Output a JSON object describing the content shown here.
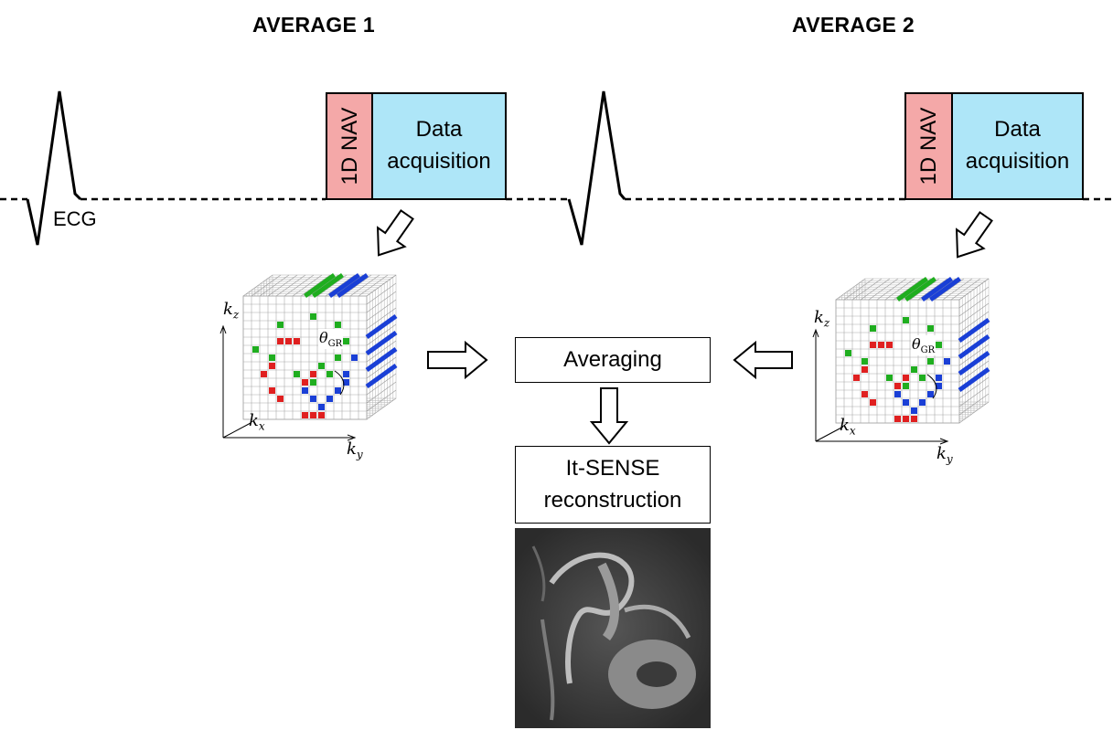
{
  "titles": {
    "left": "AVERAGE 1",
    "right": "AVERAGE 2"
  },
  "ecg_label": "ECG",
  "nav_label": "1D NAV",
  "data_acq": {
    "line1": "Data",
    "line2": "acquisition"
  },
  "averaging": "Averaging",
  "recon": {
    "line1": "It-SENSE",
    "line2": "reconstruction"
  },
  "axes": {
    "kz": "k",
    "kz_sub": "z",
    "kx": "k",
    "kx_sub": "x",
    "ky": "k",
    "ky_sub": "y",
    "theta": "θ",
    "theta_sub": "GR"
  },
  "colors": {
    "nav": "#f4a8a8",
    "data": "#aee6f8",
    "red": "#e02020",
    "green": "#1fae1f",
    "blue": "#1a3fd6"
  }
}
